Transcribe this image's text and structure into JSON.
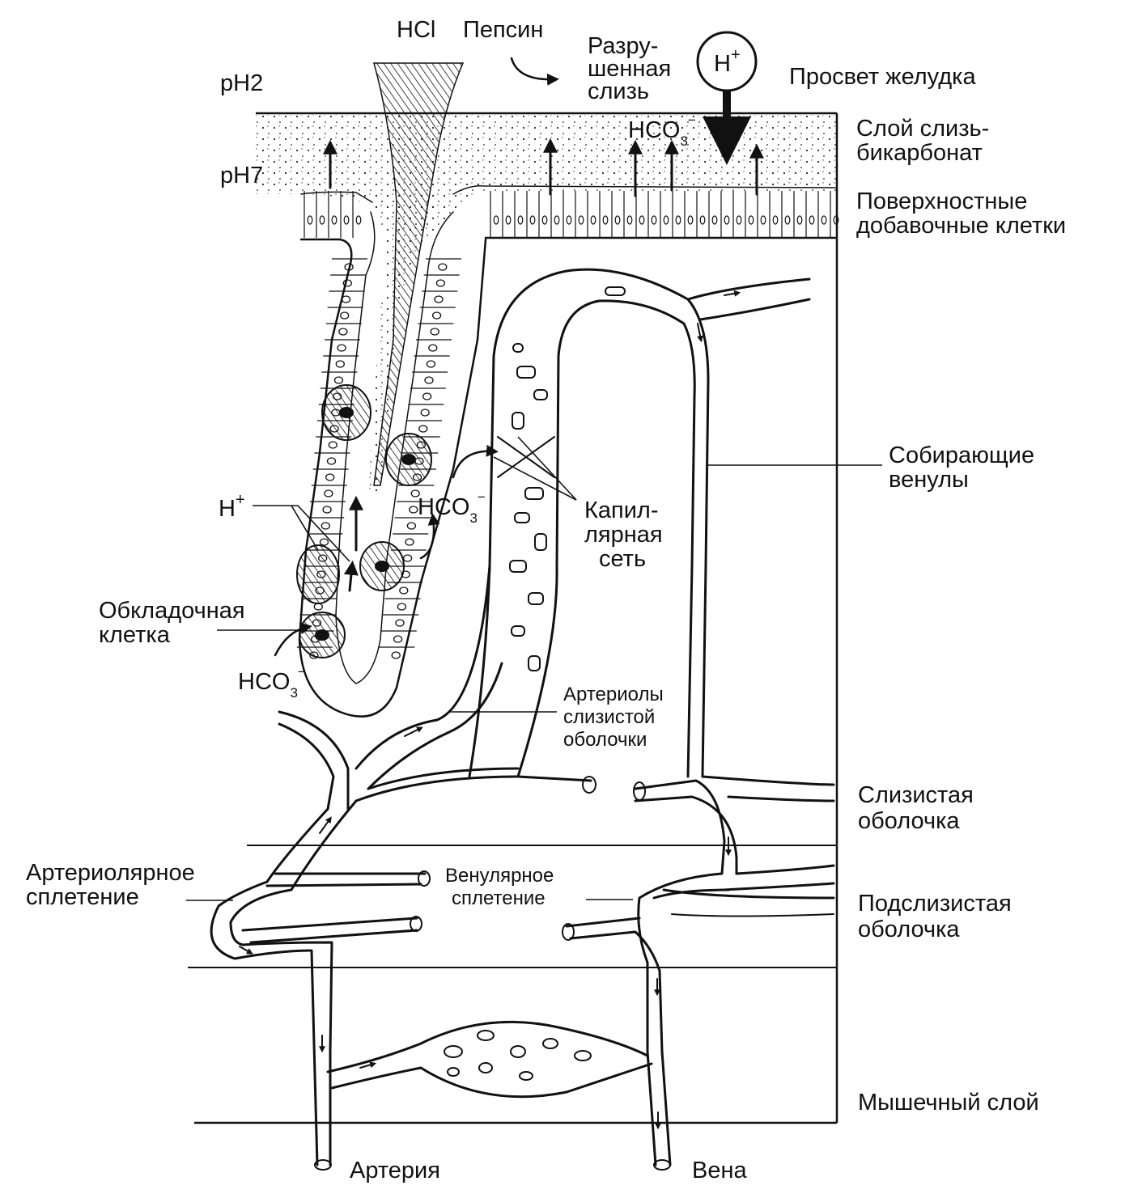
{
  "diagram": {
    "labels": {
      "hcl": "HCl",
      "pepsin": "Пепсин",
      "destroyed_mucus": [
        "Разру-",
        "шенная",
        "слизь"
      ],
      "h_plus_top": "H",
      "plus": "+",
      "lumen": "Просвет желудка",
      "ph2": "pH2",
      "ph7": "pH7",
      "mucus_layer": [
        "Слой слизь-",
        "бикарбонат"
      ],
      "surface_cells": [
        "Поверхностные",
        "добавочные клетки"
      ],
      "hco3": "HCO",
      "sub3": "3",
      "minus": "−",
      "h_plus_gland": "H",
      "parietal_cell": [
        "Обкладочная",
        "клетка"
      ],
      "capillary_net": [
        "Капил-",
        "лярная",
        "сеть"
      ],
      "collecting_venules": [
        "Собирающие",
        "венулы"
      ],
      "mucosal_arterioles": [
        "Артериолы",
        "слизистой",
        "оболочки"
      ],
      "mucosa": [
        "Слизистая",
        "оболочка"
      ],
      "arteriolar_plexus": [
        "Артериолярное",
        "сплетение"
      ],
      "venular_plexus": [
        "Венулярное",
        "сплетение"
      ],
      "submucosa": [
        "Подслизистая",
        "оболочка"
      ],
      "muscle_layer": "Мышечный слой",
      "artery": "Артерия",
      "vein": "Вена"
    }
  }
}
